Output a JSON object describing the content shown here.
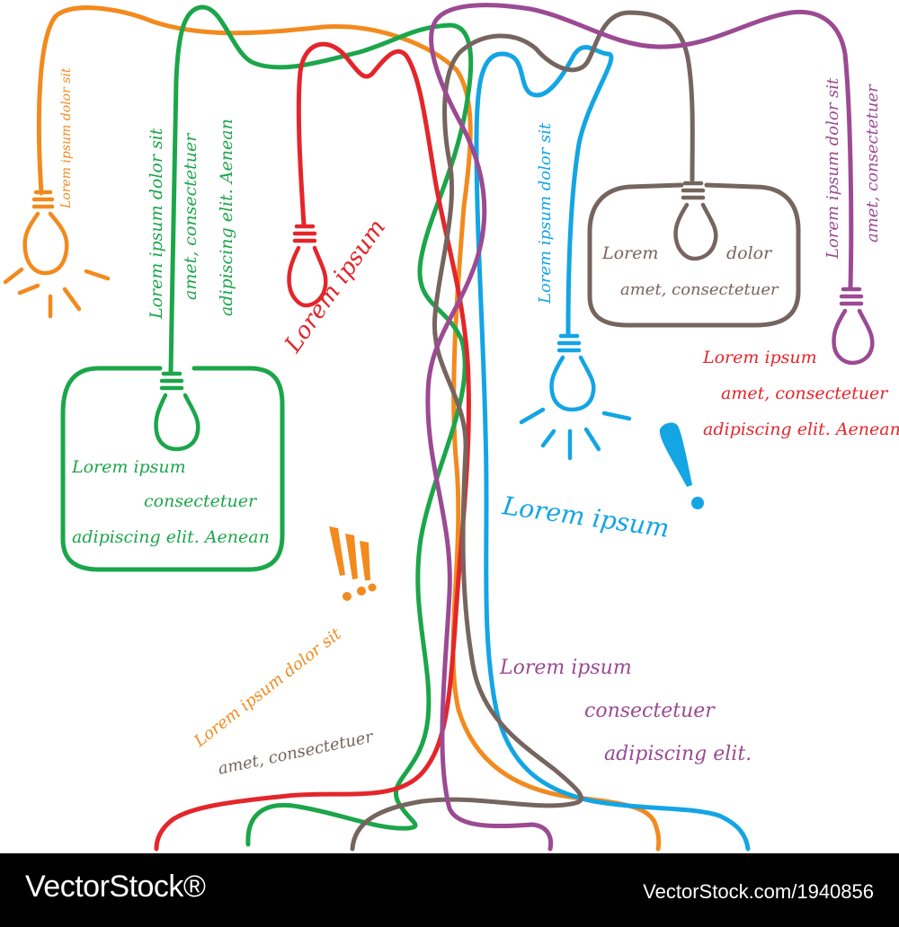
{
  "colors": {
    "orange": "#F28A1E",
    "green": "#1BA64A",
    "red": "#E3262B",
    "blue": "#13A5E4",
    "brown": "#76655F",
    "purple": "#9B4A93",
    "footer_bg": "#000000",
    "footer_text": "#FFFFFF"
  },
  "labels": {
    "orange_top": "Lorem ipsum dolor sit",
    "green_1": "Lorem ipsum dolor sit",
    "green_2": "amet, consectetuer",
    "green_3": "adipiscing elit. Aenean",
    "red_vertical": "Lorem ipsum",
    "green_box_1": "Lorem ipsum",
    "green_box_2": "consectetuer",
    "green_box_3": "adipiscing elit. Aenean",
    "orange_bottom_1": "Lorem ipsum dolor sit",
    "orange_bottom_2": "amet, consectetuer",
    "blue_vertical": "Lorem ipsum dolor sit",
    "brown_box_1": "Lorem",
    "brown_box_2": "dolor",
    "brown_box_3": "amet, consectetuer",
    "purple_vertical_1": "Lorem ipsum dolor sit",
    "purple_vertical_2": "amet, consectetuer",
    "red_right_1": "Lorem ipsum",
    "red_right_2": "amet, consectetuer",
    "red_right_3": "adipiscing elit. Aenean",
    "blue_big": "Lorem ipsum",
    "purple_bottom_1": "Lorem ipsum",
    "purple_bottom_2": "consectetuer",
    "purple_bottom_3": "adipiscing elit."
  },
  "footer": {
    "brand": "VectorStock®",
    "image_id": "VectorStock.com/1940856"
  }
}
